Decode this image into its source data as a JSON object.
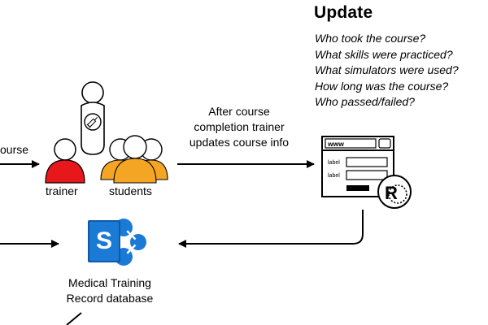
{
  "update": {
    "title": "Update",
    "questions": [
      "Who took the course?",
      "What skills were practiced?",
      "What simulators were used?",
      "How long was the course?",
      "Who passed/failed?"
    ]
  },
  "arrow_label": {
    "line1": "After course",
    "line2": "completion trainer",
    "line3": "updates course info"
  },
  "left_label": "ourse",
  "people": {
    "trainer_label": "trainer",
    "students_label": "students"
  },
  "browser": {
    "url": "www",
    "field1_label": "label",
    "field2_label": "label",
    "badge_letter": "R"
  },
  "sharepoint": {
    "letter": "S"
  },
  "database": {
    "line1": "Medical Training",
    "line2": "Record database"
  },
  "colors": {
    "trainer": "#e8171b",
    "students": "#f5a524",
    "sharepoint": "#1a7ad6",
    "sharepoint_dark": "#0f5aa8"
  }
}
